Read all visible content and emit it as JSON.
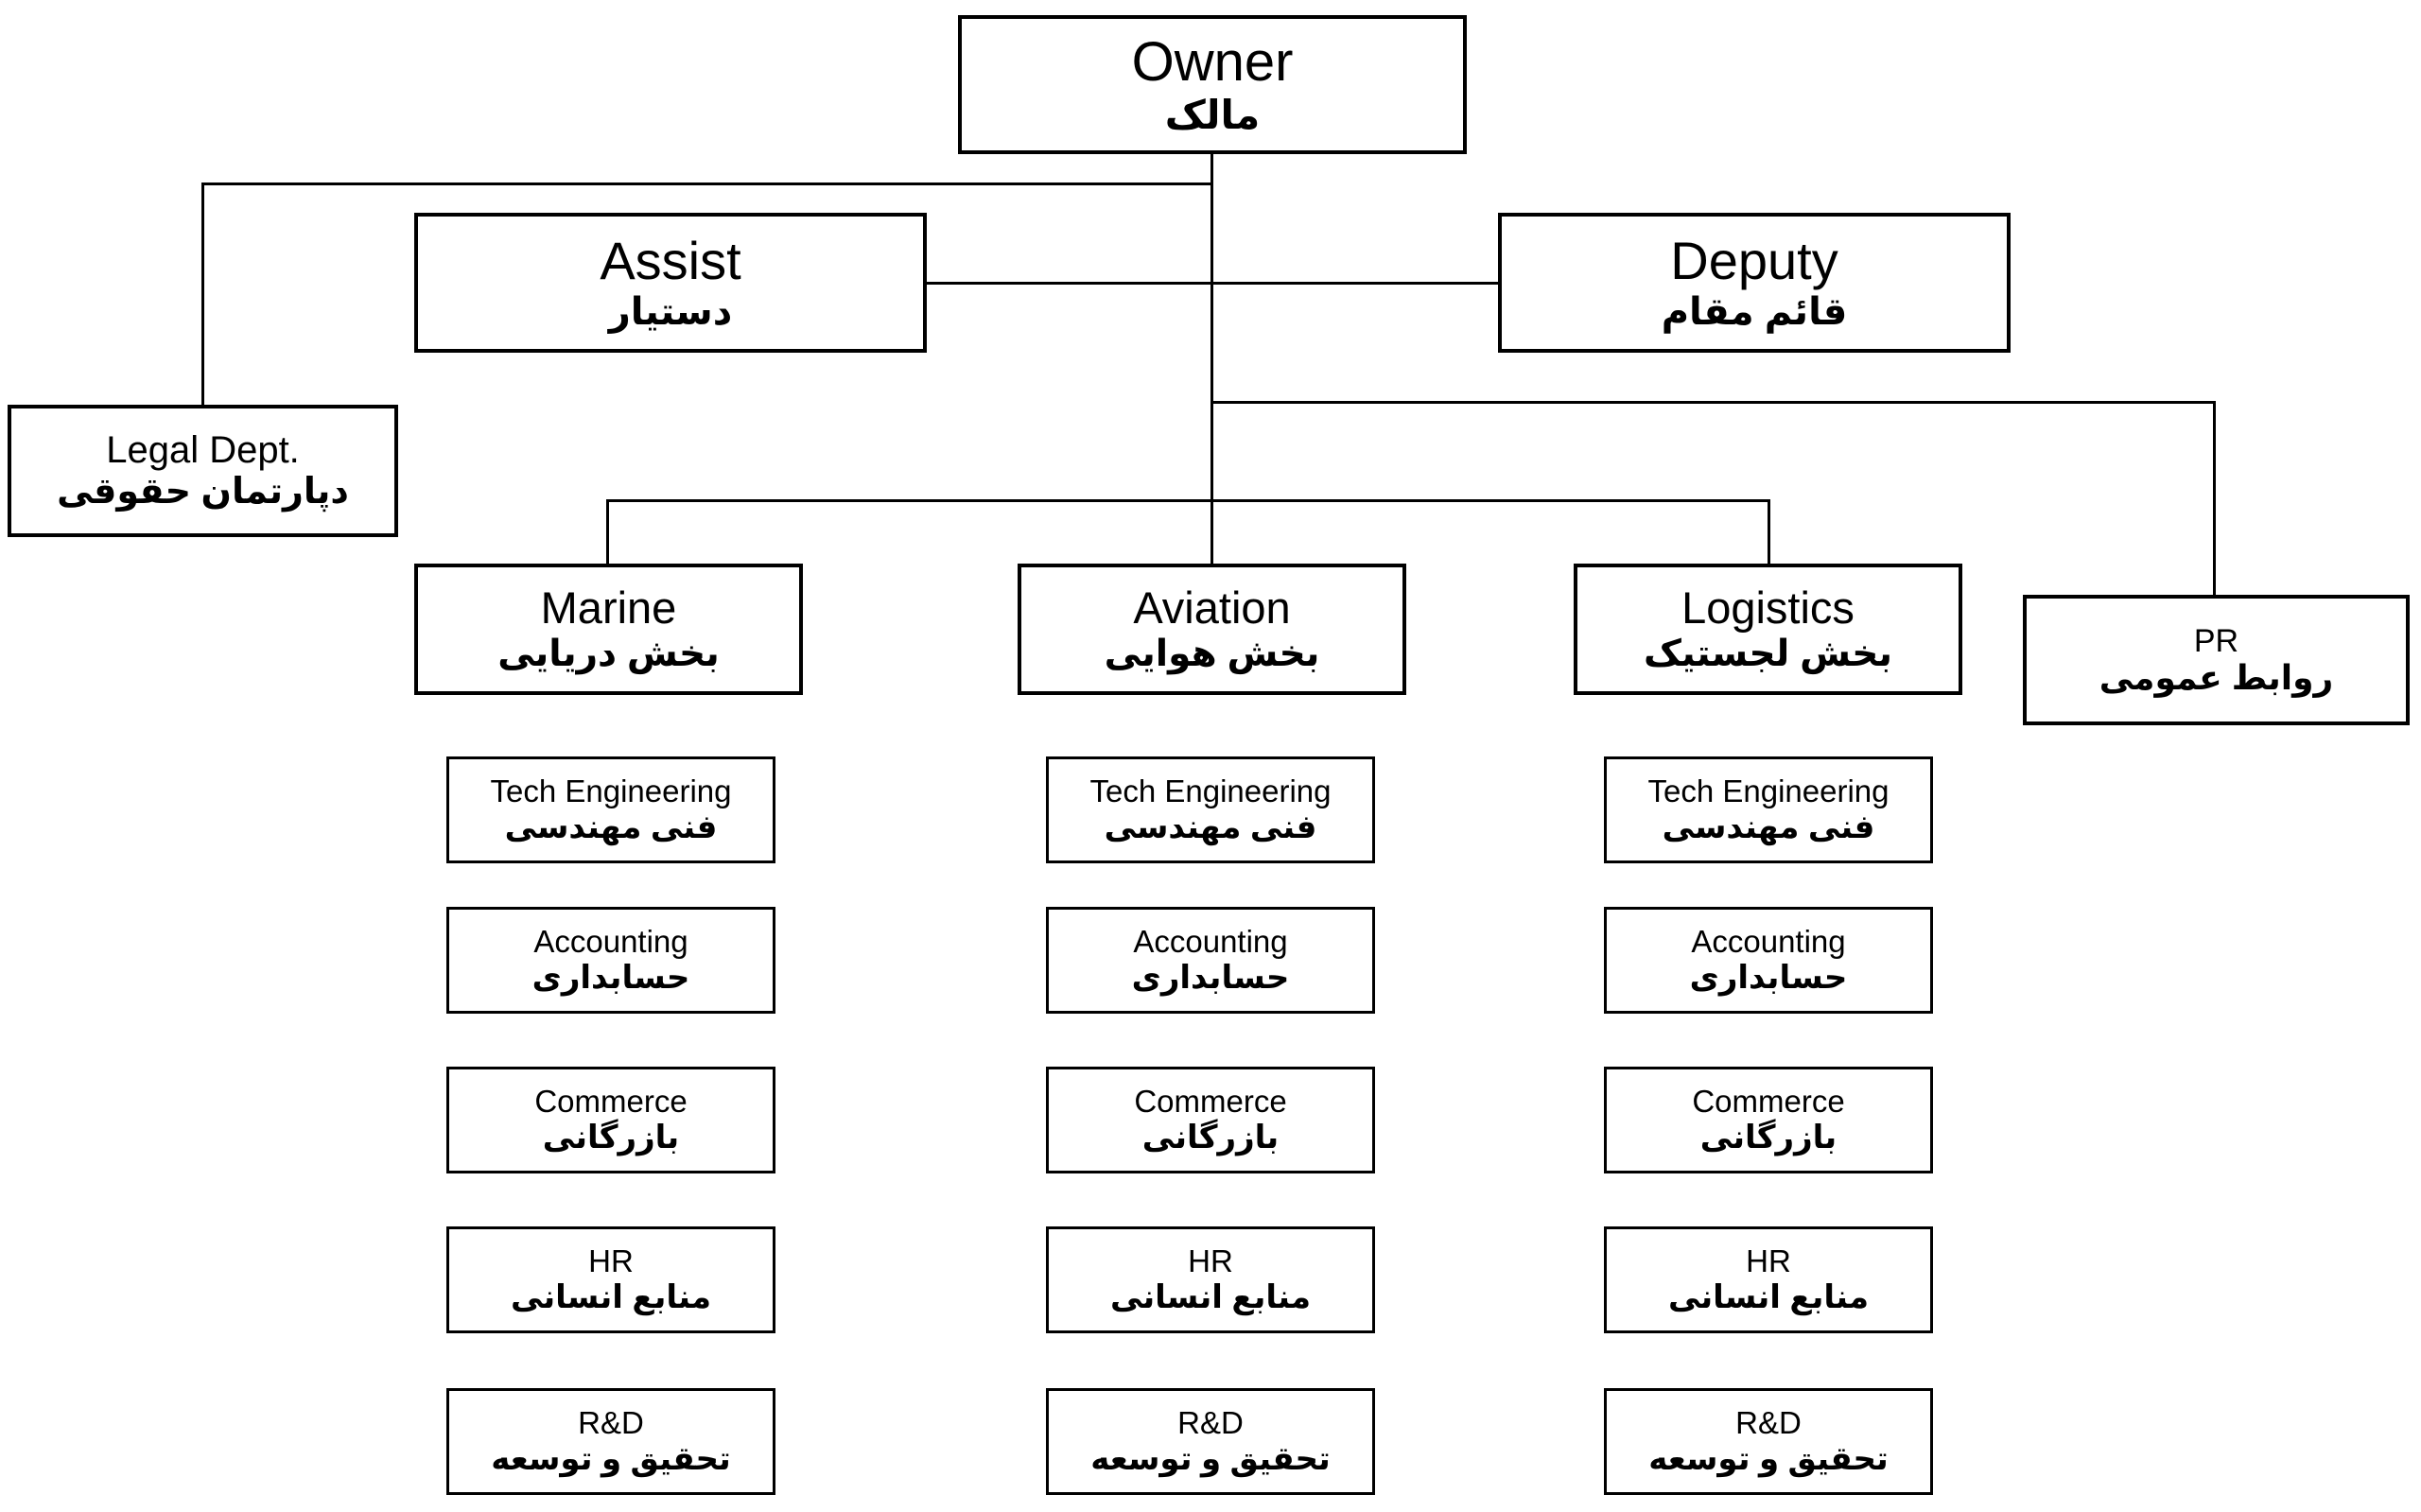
{
  "diagram": {
    "type": "org-chart",
    "root": {
      "en": "Owner",
      "fa": "مالک"
    },
    "staff": {
      "assist": {
        "en": "Assist",
        "fa": "دستیار"
      },
      "deputy": {
        "en": "Deputy",
        "fa": "قائم مقام"
      },
      "legal": {
        "en": "Legal Dept.",
        "fa": "دپارتمان حقوقی"
      },
      "pr": {
        "en": "PR",
        "fa": "روابط عمومی"
      }
    },
    "departments": [
      {
        "en": "Marine",
        "fa": "بخش دریایی"
      },
      {
        "en": "Aviation",
        "fa": "بخش هوایی"
      },
      {
        "en": "Logistics",
        "fa": "بخش لجستیک"
      }
    ],
    "sub_departments": [
      {
        "en": "Tech Engineering",
        "fa": "فنی مهندسی"
      },
      {
        "en": "Accounting",
        "fa": "حسابداری"
      },
      {
        "en": "Commerce",
        "fa": "بازرگانی"
      },
      {
        "en": "HR",
        "fa": "منابع انسانی"
      },
      {
        "en": "R&D",
        "fa": "تحقیق و توسعه"
      }
    ],
    "colors": {
      "background": "#ffffff",
      "border": "#000000",
      "line": "#000000",
      "text": "#000000"
    }
  }
}
